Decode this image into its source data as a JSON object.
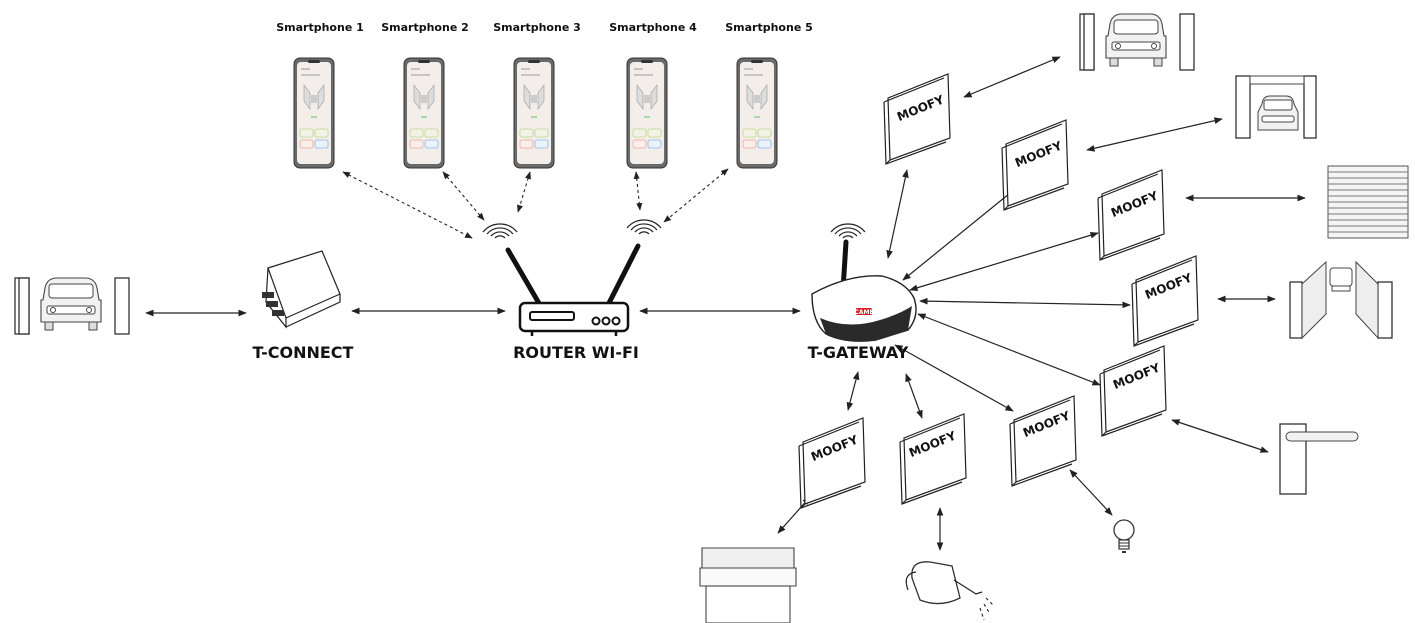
{
  "labels": {
    "t_connect": "T-CONNECT",
    "router": "ROUTER WI-FI",
    "t_gateway": "T-GATEWAY"
  },
  "smartphones": [
    "Smartphone 1",
    "Smartphone 2",
    "Smartphone 3",
    "Smartphone 4",
    "Smartphone 5"
  ],
  "moofy_label": "MOOFY",
  "gateway_brand": "CAME",
  "icons": {
    "phone": "smartphone-icon",
    "wifi": "wifi-waves-icon",
    "router": "router-icon",
    "gateway": "gateway-icon",
    "module": "moofy-module-icon",
    "garage": "garage-door-icon",
    "shutter": "roller-shutter-icon",
    "swing_gate": "swing-gate-icon",
    "sliding_gate": "sliding-gate-icon",
    "barrier": "barrier-icon",
    "bulb": "light-bulb-icon",
    "watering": "watering-can-icon",
    "awning": "awning-icon"
  },
  "colors": {
    "stroke": "#222222",
    "brand_red": "#d11f26",
    "phone_body": "#6a6a6a"
  }
}
